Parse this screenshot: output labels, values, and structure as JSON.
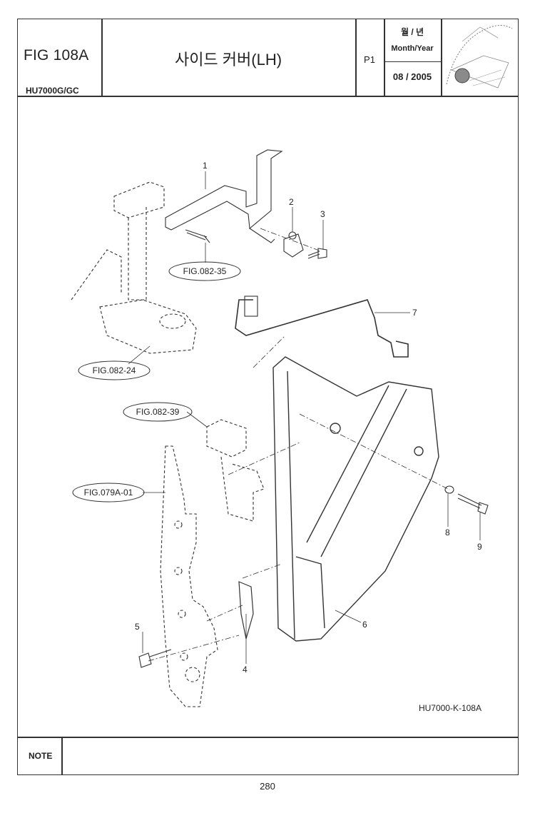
{
  "header": {
    "fig_code": "FIG 108A",
    "model": "HU7000G/GC",
    "title": "사이드 커버(LH)",
    "page_code": "P1",
    "month_label_ko": "월 / 년",
    "month_label_en": "Month/Year",
    "date": "08 / 2005"
  },
  "drawing": {
    "part_numbers": [
      "1",
      "2",
      "3",
      "4",
      "5",
      "6",
      "7",
      "8",
      "9"
    ],
    "references": [
      "FIG.082-35",
      "FIG.082-24",
      "FIG.082-39",
      "FIG.079A-01"
    ],
    "drawing_code": "HU7000-K-108A"
  },
  "footer": {
    "note_label": "NOTE",
    "page_number": "280"
  }
}
